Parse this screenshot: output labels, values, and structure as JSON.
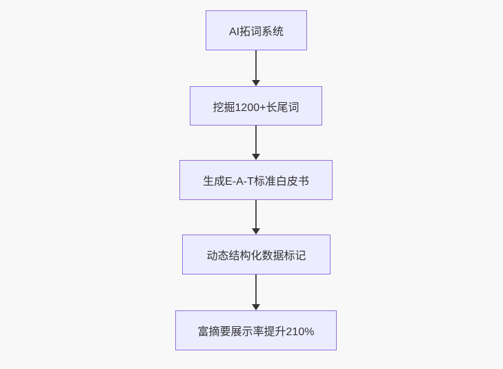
{
  "diagram": {
    "type": "flowchart",
    "direction": "top-down",
    "nodes": [
      {
        "id": "A",
        "label": "AI拓词系统"
      },
      {
        "id": "B",
        "label": "挖掘1200+长尾词"
      },
      {
        "id": "C",
        "label": "生成E-A-T标准白皮书"
      },
      {
        "id": "D",
        "label": "动态结构化数据标记"
      },
      {
        "id": "E",
        "label": "富摘要展示率提升210%"
      }
    ],
    "edges": [
      {
        "from": "A",
        "to": "B"
      },
      {
        "from": "B",
        "to": "C"
      },
      {
        "from": "C",
        "to": "D"
      },
      {
        "from": "D",
        "to": "E"
      }
    ],
    "colors": {
      "node_fill": "#ECECFF",
      "node_border": "#9370DB",
      "node_text": "#333333",
      "edge_line": "#4d4d4d",
      "arrowhead": "#333333",
      "background": "#f8f8f8"
    }
  }
}
